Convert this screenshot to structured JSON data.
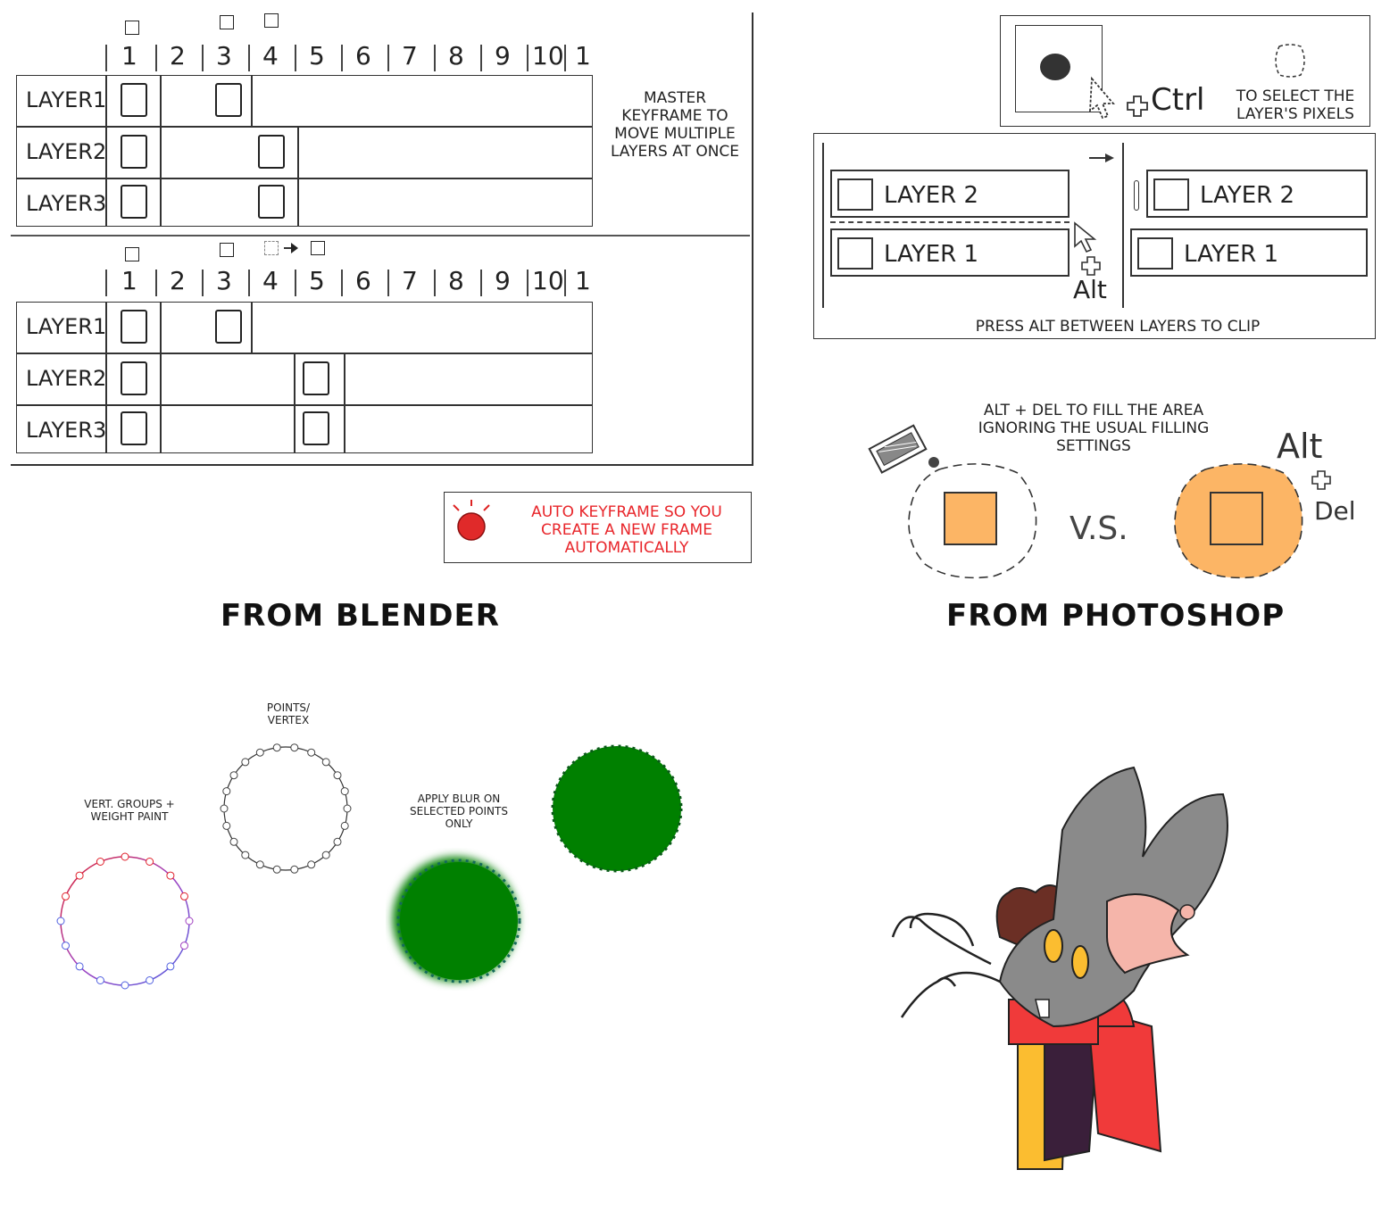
{
  "blender": {
    "frames": [
      "1",
      "2",
      "3",
      "4",
      "5",
      "6",
      "7",
      "8",
      "9",
      "10",
      "1"
    ],
    "layers": [
      "LAYER1",
      "LAYER2",
      "LAYER3"
    ],
    "master_note": "MASTER KEYFRAME TO MOVE MULTIPLE LAYERS AT ONCE",
    "auto_keyframe_note": "AUTO KEYFRAME SO YOU CREATE A NEW FRAME AUTOMATICALLY",
    "title": "FROM BLENDER"
  },
  "photoshop": {
    "ctrl_label": "Ctrl",
    "select_note": "TO SELECT THE LAYER'S PIXELS",
    "layer_2": "LAYER 2",
    "layer_1": "LAYER 1",
    "alt_label": "Alt",
    "clip_note": "PRESS ALT BETWEEN LAYERS TO CLIP",
    "fill_note": "ALT + DEL TO FILL THE AREA IGNORING THE USUAL FILLING SETTINGS",
    "vs_label": "V.S.",
    "alt_label_2": "Alt",
    "del_label": "Del",
    "title": "FROM PHOTOSHOP"
  },
  "vector": {
    "points_note": "POINTS/ VERTEX",
    "groups_note": "VERT. GROUPS + WEIGHT PAINT",
    "blur_note": "APPLY BLUR ON SELECTED POINTS ONLY"
  },
  "colors": {
    "red_note": "#e8262b",
    "orange_fill": "#fcb565",
    "green": "#008000",
    "record": "#e02a2a"
  }
}
